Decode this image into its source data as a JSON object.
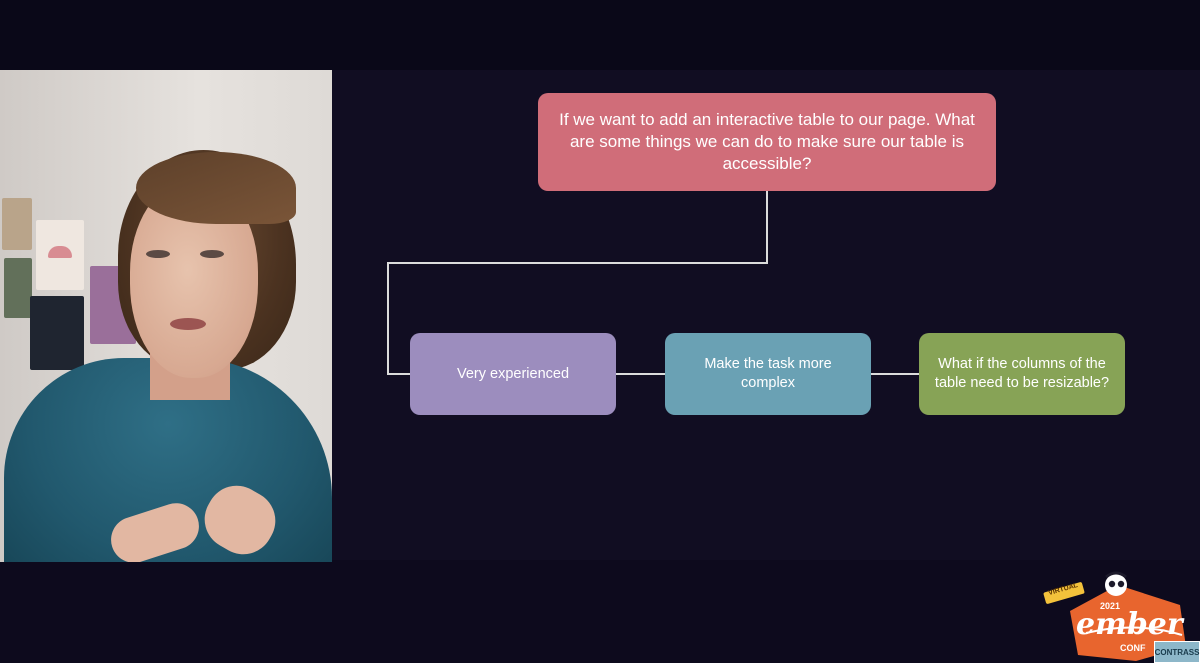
{
  "slide": {
    "root": "If we want to add an interactive table to our page. What are some things we can do to make sure our table is accessible?",
    "children": [
      "Very experienced",
      "Make the task more complex",
      "What if the columns of the table need to be resizable?"
    ]
  },
  "logo": {
    "virtual": "VIRTUAL",
    "year": "2021",
    "brand": "ember",
    "suffix": "CONF",
    "badge": "CONTRASS"
  },
  "colors": {
    "background": "#0f0b1e",
    "root_box": "#d06d79",
    "box_purple": "#9c8dbe",
    "box_blue": "#6aa1b4",
    "box_green": "#87a356",
    "logo_orange": "#e8652e"
  }
}
